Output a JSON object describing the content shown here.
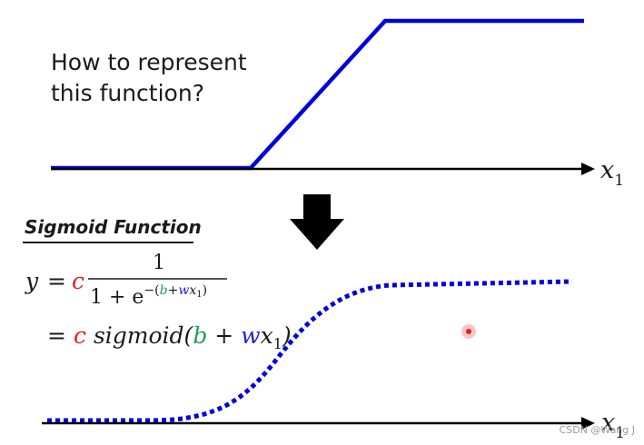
{
  "question": {
    "line1": "How to represent",
    "line2": "this function?"
  },
  "axis_label": {
    "top_var": "x",
    "top_sub": "1",
    "bottom_var": "x",
    "bottom_sub": "1"
  },
  "section_title": "Sigmoid Function",
  "formula": {
    "y": "y",
    "equals": "=",
    "c": "c",
    "numerator": "1",
    "denominator_one_plus": "1 + e",
    "exp_open": "−(",
    "b": "b",
    "plus": "+",
    "w": "w",
    "x": "x",
    "sub1": "1",
    "exp_close": ")",
    "line2_equals": "=",
    "sigmoid": "sigmoid(",
    "plus2": " + ",
    "close": ")"
  },
  "colors": {
    "curve": "#0000dd",
    "c_red": "#e02020",
    "b_green": "#1e9e5a",
    "w_blue": "#2222cc",
    "arrow": "#000000"
  },
  "watermark": "CSDN @Wang J"
}
